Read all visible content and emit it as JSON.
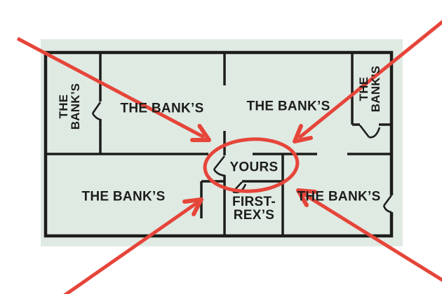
{
  "colors": {
    "background": "#ffffff",
    "panel": "#dfeae3",
    "wall": "#1d1d1b",
    "text": "#1d1d1b",
    "annotation_red": "#e6453a"
  },
  "rooms": {
    "top_left_label": "THE BANK’S",
    "top_right_label": "THE BANK’S",
    "bottom_left_label": "THE BANK’S",
    "bottom_right_label": "THE BANK’S",
    "left_wing_label": "THE\nBANK’S",
    "right_wing_label": "THE\nBANK’S",
    "yours_label": "YOURS",
    "first_rex_label": "FIRST-\nREX’S"
  }
}
